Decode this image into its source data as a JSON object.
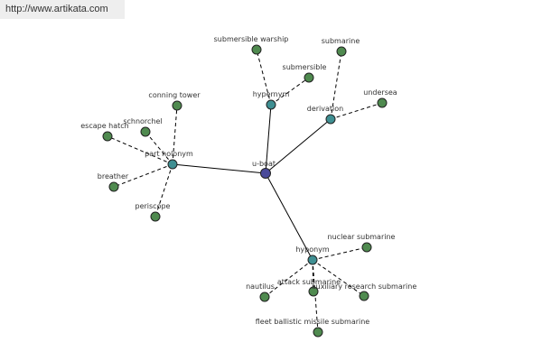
{
  "watermark": "http://www.artikata.com",
  "colors": {
    "center": "#4a4a9a",
    "relation": "#3f8f92",
    "leaf": "#4f8a4f"
  },
  "graph": {
    "nodes": [
      {
        "id": "u-boat",
        "label": "u-boat",
        "kind": "center"
      },
      {
        "id": "hypernym",
        "label": "hypernym",
        "kind": "relation"
      },
      {
        "id": "derivation",
        "label": "derivation",
        "kind": "relation"
      },
      {
        "id": "part-holonym",
        "label": "part holonym",
        "kind": "relation"
      },
      {
        "id": "hyponym",
        "label": "hyponym",
        "kind": "relation"
      },
      {
        "id": "submersible-warship",
        "label": "submersible warship",
        "kind": "leaf"
      },
      {
        "id": "submersible",
        "label": "submersible",
        "kind": "leaf"
      },
      {
        "id": "submarine",
        "label": "submarine",
        "kind": "leaf"
      },
      {
        "id": "undersea",
        "label": "undersea",
        "kind": "leaf"
      },
      {
        "id": "conning-tower",
        "label": "conning tower",
        "kind": "leaf"
      },
      {
        "id": "schnorchel",
        "label": "schnorchel",
        "kind": "leaf"
      },
      {
        "id": "escape-hatch",
        "label": "escape hatch",
        "kind": "leaf"
      },
      {
        "id": "breather",
        "label": "breather",
        "kind": "leaf"
      },
      {
        "id": "periscope",
        "label": "periscope",
        "kind": "leaf"
      },
      {
        "id": "nuclear-submarine",
        "label": "nuclear submarine",
        "kind": "leaf"
      },
      {
        "id": "nautilus",
        "label": "nautilus",
        "kind": "leaf"
      },
      {
        "id": "attack-submarine",
        "label": "attack submarine",
        "kind": "leaf"
      },
      {
        "id": "auxiliary-research-submarine",
        "label": "auxiliary research submarine",
        "kind": "leaf"
      },
      {
        "id": "fleet-ballistic-missile-submarine",
        "label": "fleet ballistic missile submarine",
        "kind": "leaf"
      }
    ],
    "edges": [
      {
        "from": "u-boat",
        "to": "hypernym",
        "style": "solid"
      },
      {
        "from": "u-boat",
        "to": "derivation",
        "style": "solid"
      },
      {
        "from": "u-boat",
        "to": "part-holonym",
        "style": "solid"
      },
      {
        "from": "u-boat",
        "to": "hyponym",
        "style": "solid"
      },
      {
        "from": "hypernym",
        "to": "submersible-warship",
        "style": "dashed"
      },
      {
        "from": "hypernym",
        "to": "submersible",
        "style": "dashed"
      },
      {
        "from": "derivation",
        "to": "submarine",
        "style": "dashed"
      },
      {
        "from": "derivation",
        "to": "undersea",
        "style": "dashed"
      },
      {
        "from": "part-holonym",
        "to": "conning-tower",
        "style": "dashed"
      },
      {
        "from": "part-holonym",
        "to": "schnorchel",
        "style": "dashed"
      },
      {
        "from": "part-holonym",
        "to": "escape-hatch",
        "style": "dashed"
      },
      {
        "from": "part-holonym",
        "to": "breather",
        "style": "dashed"
      },
      {
        "from": "part-holonym",
        "to": "periscope",
        "style": "dashed"
      },
      {
        "from": "hyponym",
        "to": "nuclear-submarine",
        "style": "dashed"
      },
      {
        "from": "hyponym",
        "to": "nautilus",
        "style": "dashed"
      },
      {
        "from": "hyponym",
        "to": "attack-submarine",
        "style": "dashed"
      },
      {
        "from": "hyponym",
        "to": "auxiliary-research-submarine",
        "style": "dashed"
      },
      {
        "from": "hyponym",
        "to": "fleet-ballistic-missile-submarine",
        "style": "dashed"
      }
    ]
  }
}
